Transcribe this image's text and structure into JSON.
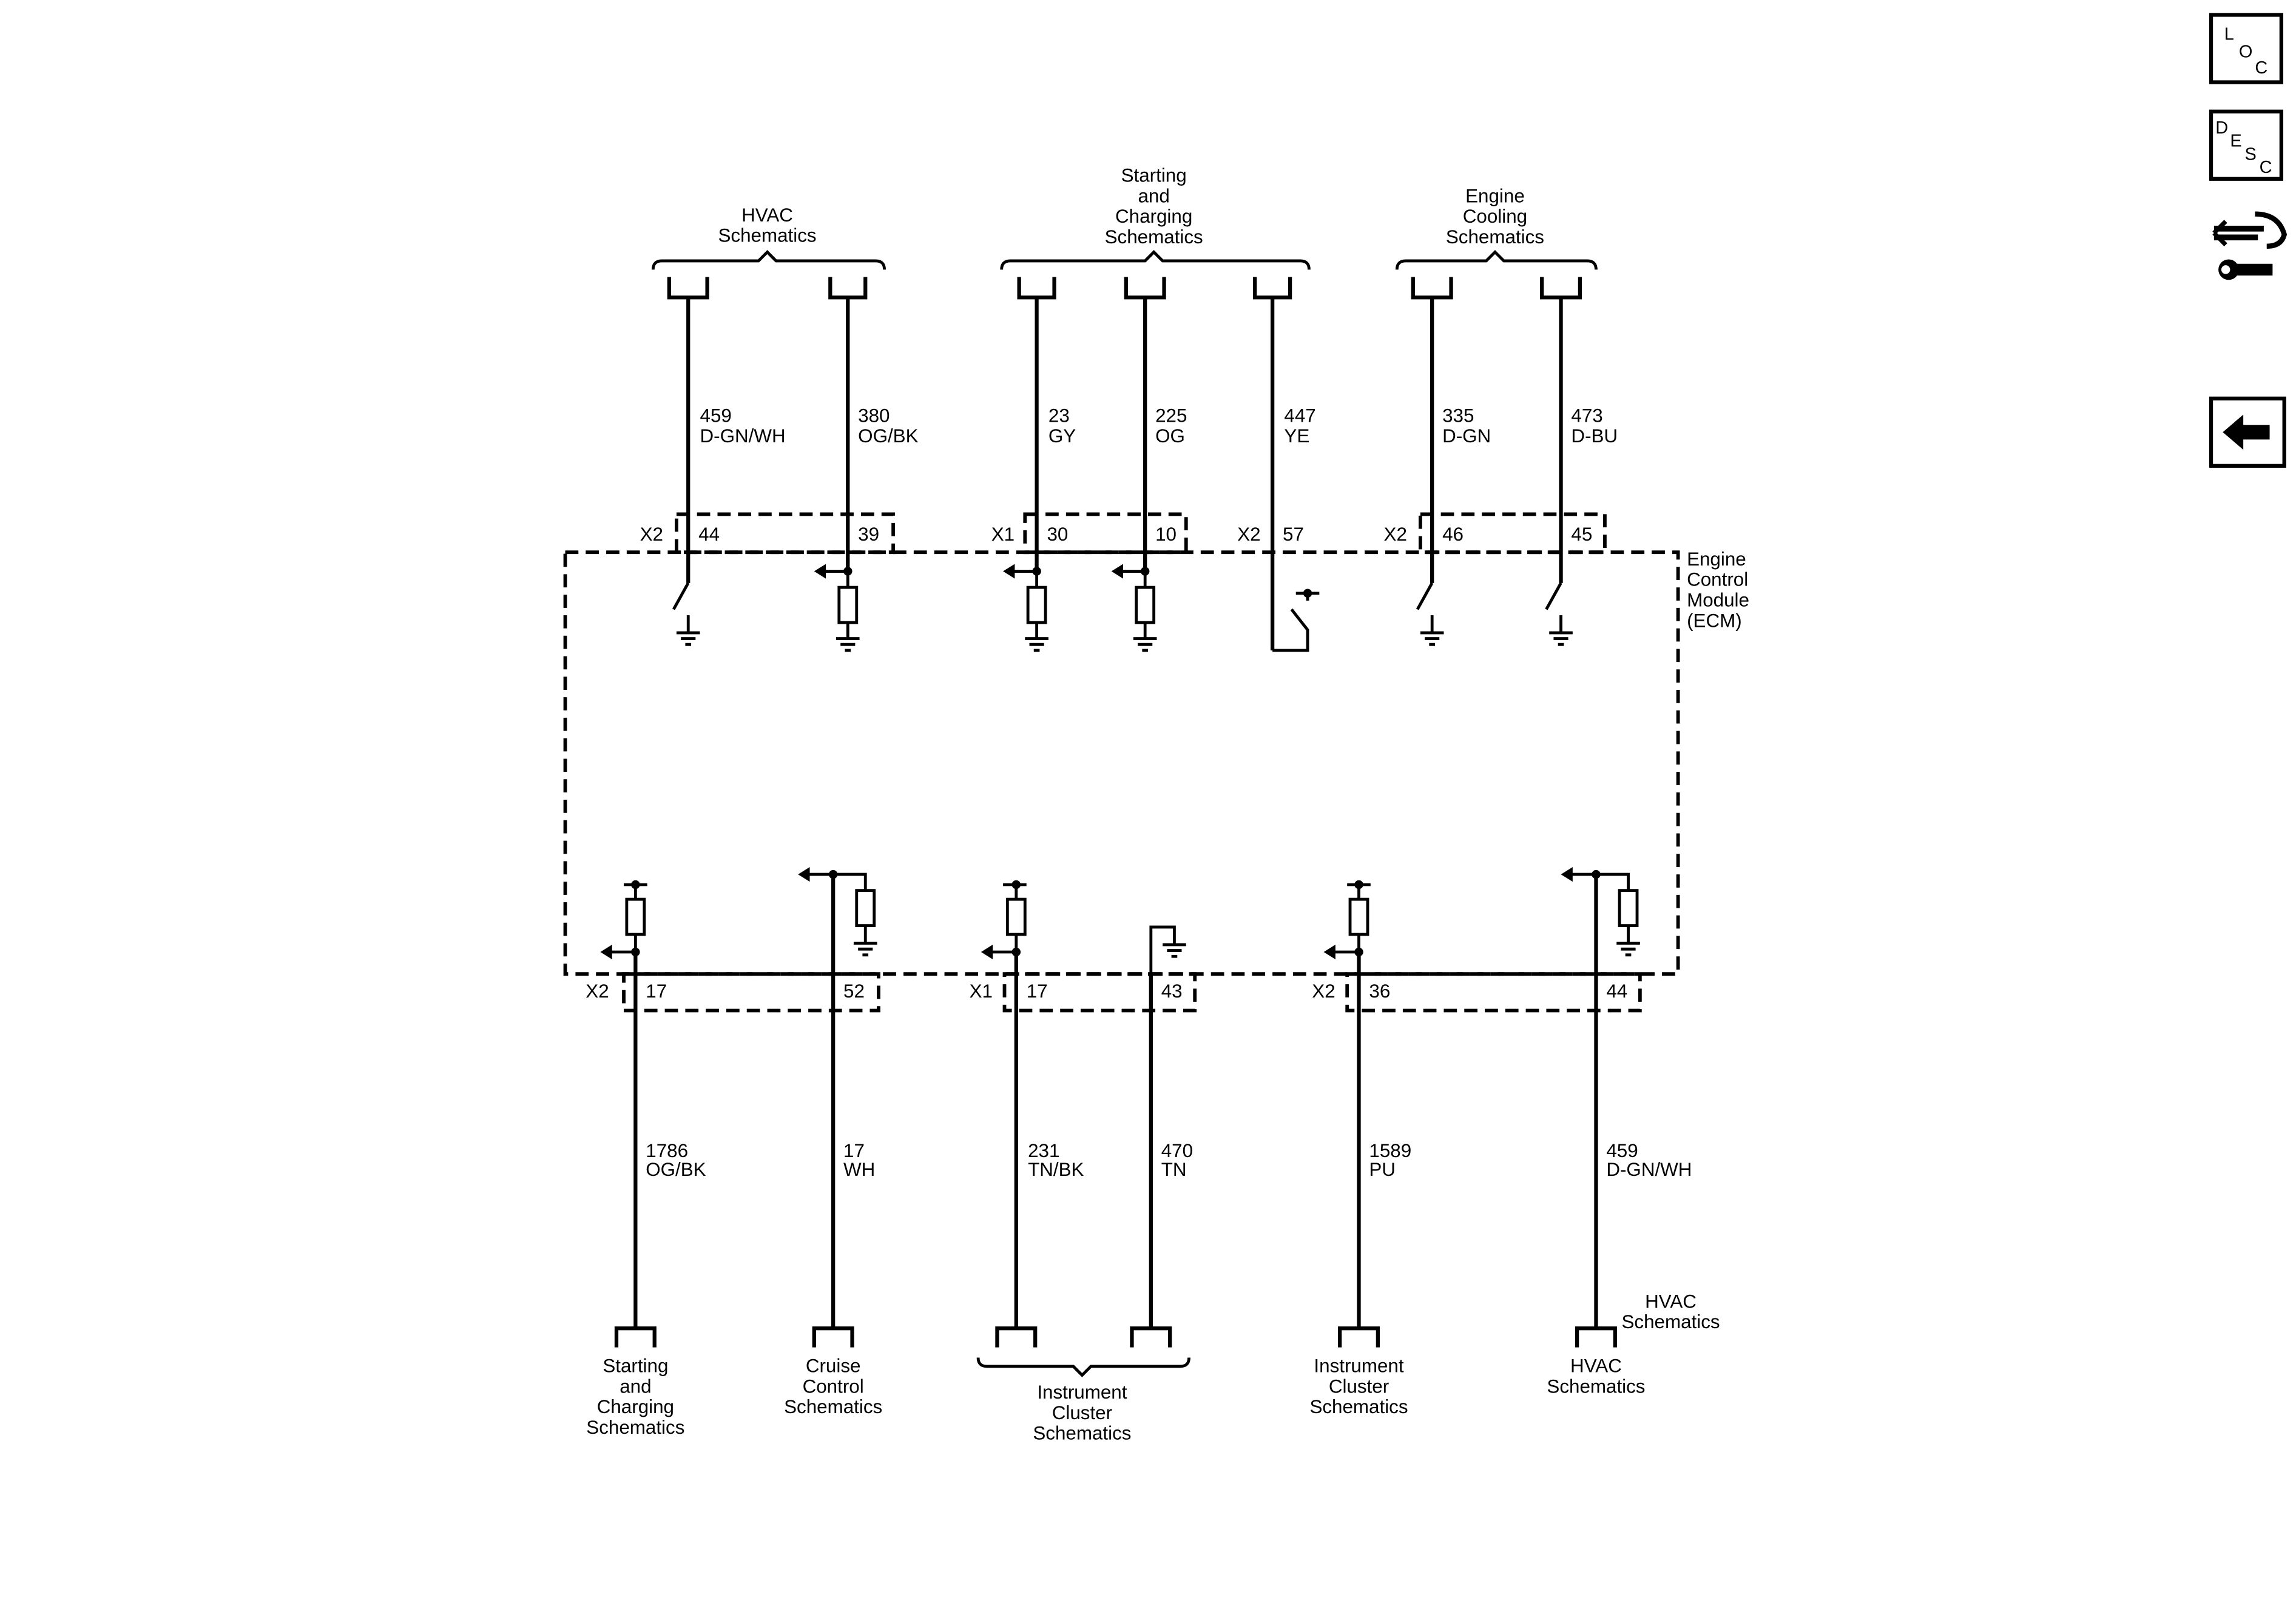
{
  "nav_buttons": {
    "loc": {
      "l1": "L",
      "l2": "O",
      "l3": "C"
    },
    "desc": {
      "l1": "D",
      "l2": "E",
      "l3": "S",
      "l4": "C"
    },
    "connector_end_view_icon": "connector-end-view-icon",
    "back_icon": "back-arrow-icon"
  },
  "module": {
    "line1": "Engine",
    "line2": "Control",
    "line3": "Module",
    "line4": "(ECM)"
  },
  "top_groups": {
    "hvac": {
      "line1": "HVAC",
      "line2": "Schematics"
    },
    "starting": {
      "line1": "Starting",
      "line2": "and",
      "line3": "Charging",
      "line4": "Schematics"
    },
    "cooling": {
      "line1": "Engine",
      "line2": "Cooling",
      "line3": "Schematics"
    }
  },
  "top_wires": [
    {
      "circuit": "459",
      "color": "D-GN/WH",
      "connector": "X2",
      "pin": "44"
    },
    {
      "circuit": "380",
      "color": "OG/BK",
      "connector": "",
      "pin": "39"
    },
    {
      "circuit": "23",
      "color": "GY",
      "connector": "X1",
      "pin": "30"
    },
    {
      "circuit": "225",
      "color": "OG",
      "connector": "",
      "pin": "10"
    },
    {
      "circuit": "447",
      "color": "YE",
      "connector": "X2",
      "pin": "57"
    },
    {
      "circuit": "335",
      "color": "D-GN",
      "connector": "X2",
      "pin": "46"
    },
    {
      "circuit": "473",
      "color": "D-BU",
      "connector": "",
      "pin": "45"
    }
  ],
  "bottom_wires": [
    {
      "circuit": "1786",
      "color": "OG/BK",
      "connector": "X2",
      "pin": "17"
    },
    {
      "circuit": "17",
      "color": "WH",
      "connector": "",
      "pin": "52"
    },
    {
      "circuit": "231",
      "color": "TN/BK",
      "connector": "X1",
      "pin": "17"
    },
    {
      "circuit": "470",
      "color": "TN",
      "connector": "",
      "pin": "43"
    },
    {
      "circuit": "1589",
      "color": "PU",
      "connector": "X2",
      "pin": "36"
    },
    {
      "circuit": "459",
      "color": "D-GN/WH",
      "connector": "",
      "pin": "44"
    }
  ],
  "bottom_destinations": {
    "starting": {
      "line1": "Starting",
      "line2": "and",
      "line3": "Charging",
      "line4": "Schematics"
    },
    "cruise": {
      "line1": "Cruise",
      "line2": "Control",
      "line3": "Schematics"
    },
    "cluster_group": {
      "line1": "Instrument",
      "line2": "Cluster",
      "line3": "Schematics"
    },
    "cluster_single": {
      "line1": "Instrument",
      "line2": "Cluster",
      "line3": "Schematics"
    },
    "hvac_below": {
      "line1": "HVAC",
      "line2": "Schematics"
    },
    "hvac_side": {
      "line1": "HVAC",
      "line2": "Schematics"
    }
  }
}
